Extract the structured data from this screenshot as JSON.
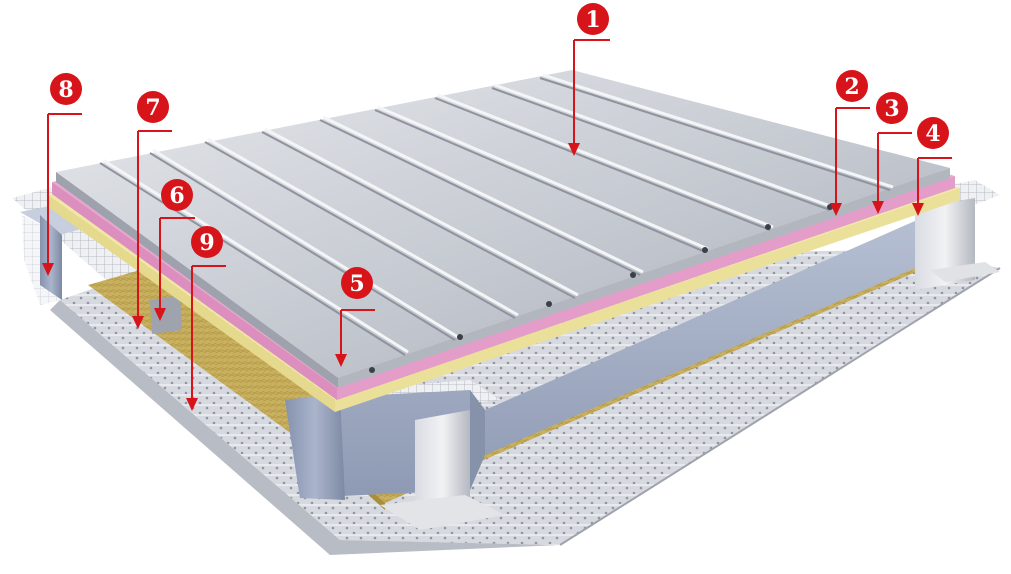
{
  "colors": {
    "callout_red": "#d8141b",
    "steel_blue": "#9aa7c0",
    "sheet_silver": "#c9ccd2",
    "pink_insulation": "#e8a7cf",
    "cream_board": "#f1e7a4",
    "mineral_wool": "#c8b05a",
    "mesh_grey": "#b9bcc4"
  },
  "callouts": [
    {
      "id": "1",
      "label": "❶",
      "target": "standing-seam-metal-sheet"
    },
    {
      "id": "2",
      "label": "❷",
      "target": "pink-insulation-layer"
    },
    {
      "id": "3",
      "label": "❸",
      "target": "cream-board-layer"
    },
    {
      "id": "4",
      "label": "❹",
      "target": "mesh-layer"
    },
    {
      "id": "5",
      "label": "❺",
      "target": "seam-clip"
    },
    {
      "id": "6",
      "label": "❻",
      "target": "bracket"
    },
    {
      "id": "7",
      "label": "❼",
      "target": "mineral-wool-strip"
    },
    {
      "id": "8",
      "label": "❽",
      "target": "steel-beam"
    },
    {
      "id": "9",
      "label": "❾",
      "target": "perforated-deck"
    }
  ]
}
